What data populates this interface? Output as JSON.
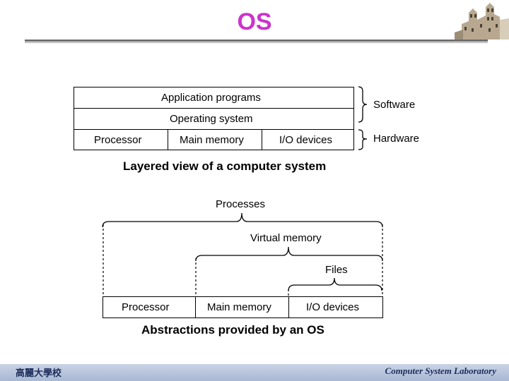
{
  "slide": {
    "title": "OS"
  },
  "layered_view": {
    "application_programs": "Application programs",
    "operating_system": "Operating system",
    "processor": "Processor",
    "main_memory": "Main memory",
    "io_devices": "I/O devices",
    "software_label": "Software",
    "hardware_label": "Hardware",
    "caption": "Layered view of a computer system"
  },
  "abstractions_view": {
    "processes": "Processes",
    "virtual_memory": "Virtual memory",
    "files": "Files",
    "processor": "Processor",
    "main_memory": "Main memory",
    "io_devices": "I/O devices",
    "caption": "Abstractions provided by an OS"
  },
  "footer": {
    "left_text": "高麗大學校",
    "right_text": "Computer System Laboratory"
  }
}
